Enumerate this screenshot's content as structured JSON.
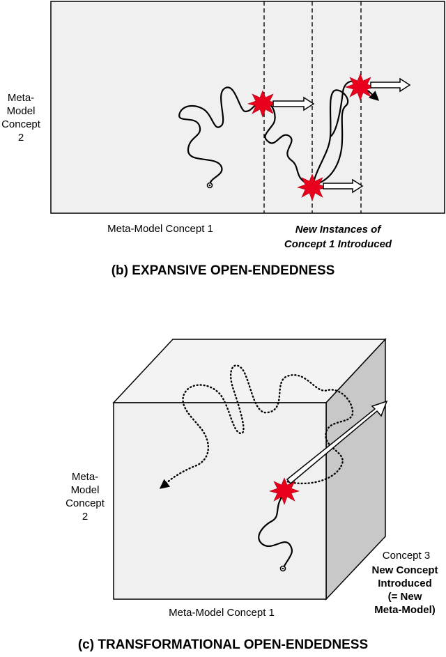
{
  "panel_b": {
    "y_axis_label": "Meta-\nModel\nConcept\n2",
    "x_axis_label": "Meta-Model Concept 1",
    "new_instances_label": "New Instances of\nConcept 1 Introduced",
    "caption": "(b) EXPANSIVE OPEN-ENDEDNESS"
  },
  "panel_c": {
    "y_axis_label": "Meta-\nModel\nConcept\n2",
    "x_axis_label": "Meta-Model Concept 1",
    "z_axis_label": "Concept 3",
    "new_concept_label": "New Concept\nIntroduced\n(= New\nMeta-Model)",
    "caption": "(c) TRANSFORMATIONAL OPEN-ENDEDNESS"
  },
  "colors": {
    "panel_fill": "#f0f0f0",
    "cube_top": "#f3f3f3",
    "cube_side": "#c8c8c8",
    "burst": "#e8001c"
  }
}
